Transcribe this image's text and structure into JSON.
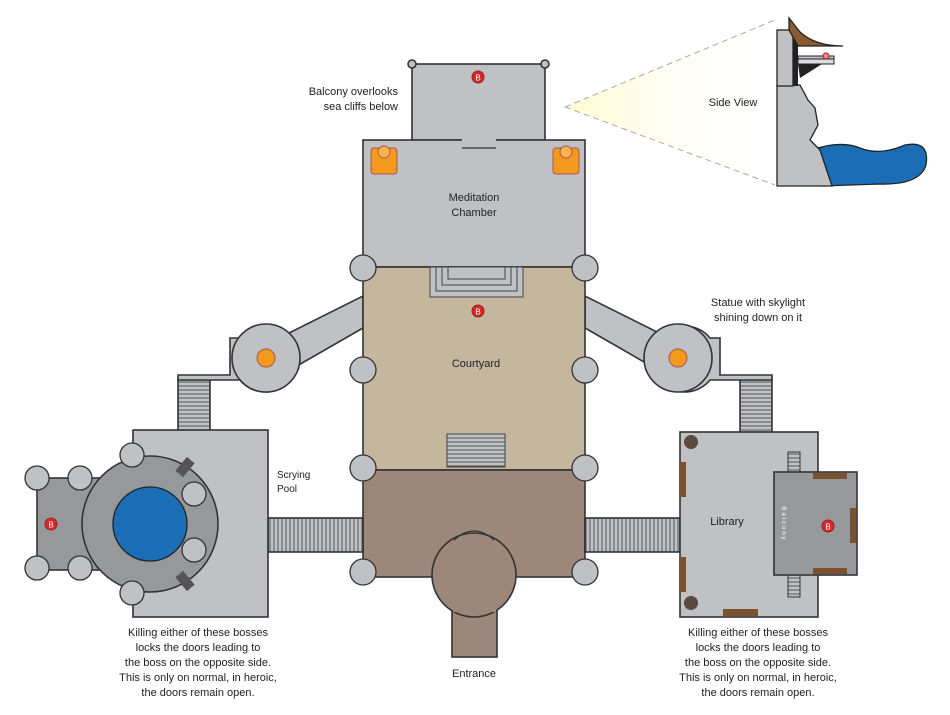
{
  "annotations": {
    "balcony_note": [
      "Balcony overlooks",
      "sea cliffs below"
    ],
    "side_view": "Side View",
    "statue_note": [
      "Statue with skylight",
      "shining down on it"
    ],
    "scrying_pool": [
      "Scrying",
      "Pool"
    ],
    "boss_note_left": [
      "Killing either of these bosses",
      "locks the doors leading to",
      "the boss on the opposite side.",
      "This is only on normal, in heroic,",
      "the doors remain open."
    ],
    "boss_note_right": [
      "Killing either of these bosses",
      "locks the doors leading to",
      "the boss on the opposite side.",
      "This is only on normal, in heroic,",
      "the doors remain open."
    ]
  },
  "rooms": {
    "meditation": [
      "Meditation",
      "Chamber"
    ],
    "courtyard": "Courtyard",
    "entrance": "Entrance",
    "library": "Library",
    "library_balcony": "Balcony"
  },
  "boss_marker": "B",
  "colors": {
    "floor": "#c0c1c4",
    "dark_floor": "#97989b",
    "courtyard": "#c5b79e",
    "entrance": "#9c877a",
    "water": "#1b6db5",
    "statue": "#f39a1e",
    "boss": "#d9262b",
    "wood": "#7a5230"
  }
}
